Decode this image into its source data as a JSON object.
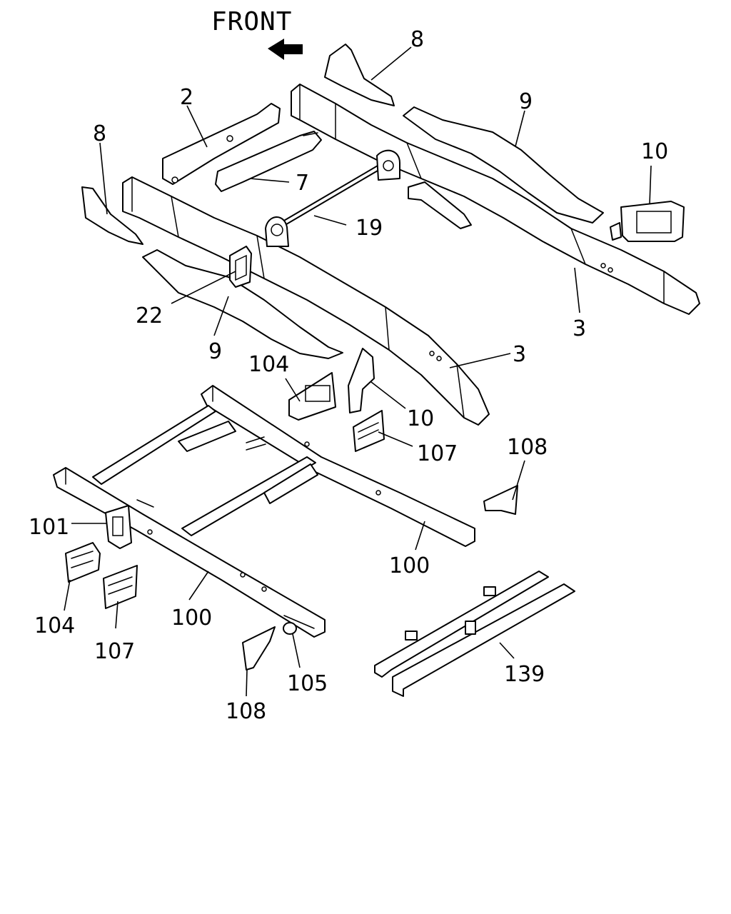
{
  "front_label": "FRONT",
  "callouts": {
    "c8_top": "8",
    "c2": "2",
    "c9_top": "9",
    "c8_left": "8",
    "c10_right": "10",
    "c7": "7",
    "c19": "19",
    "c3_right": "3",
    "c22": "22",
    "c9_left": "9",
    "c3_center": "3",
    "c104_top": "104",
    "c10_center": "10",
    "c107_right": "107",
    "c108_right": "108",
    "c101": "101",
    "c100_right": "100",
    "c104_left": "104",
    "c107_left": "107",
    "c100_center": "100",
    "c139": "139",
    "c105": "105",
    "c108_bottom": "108"
  }
}
